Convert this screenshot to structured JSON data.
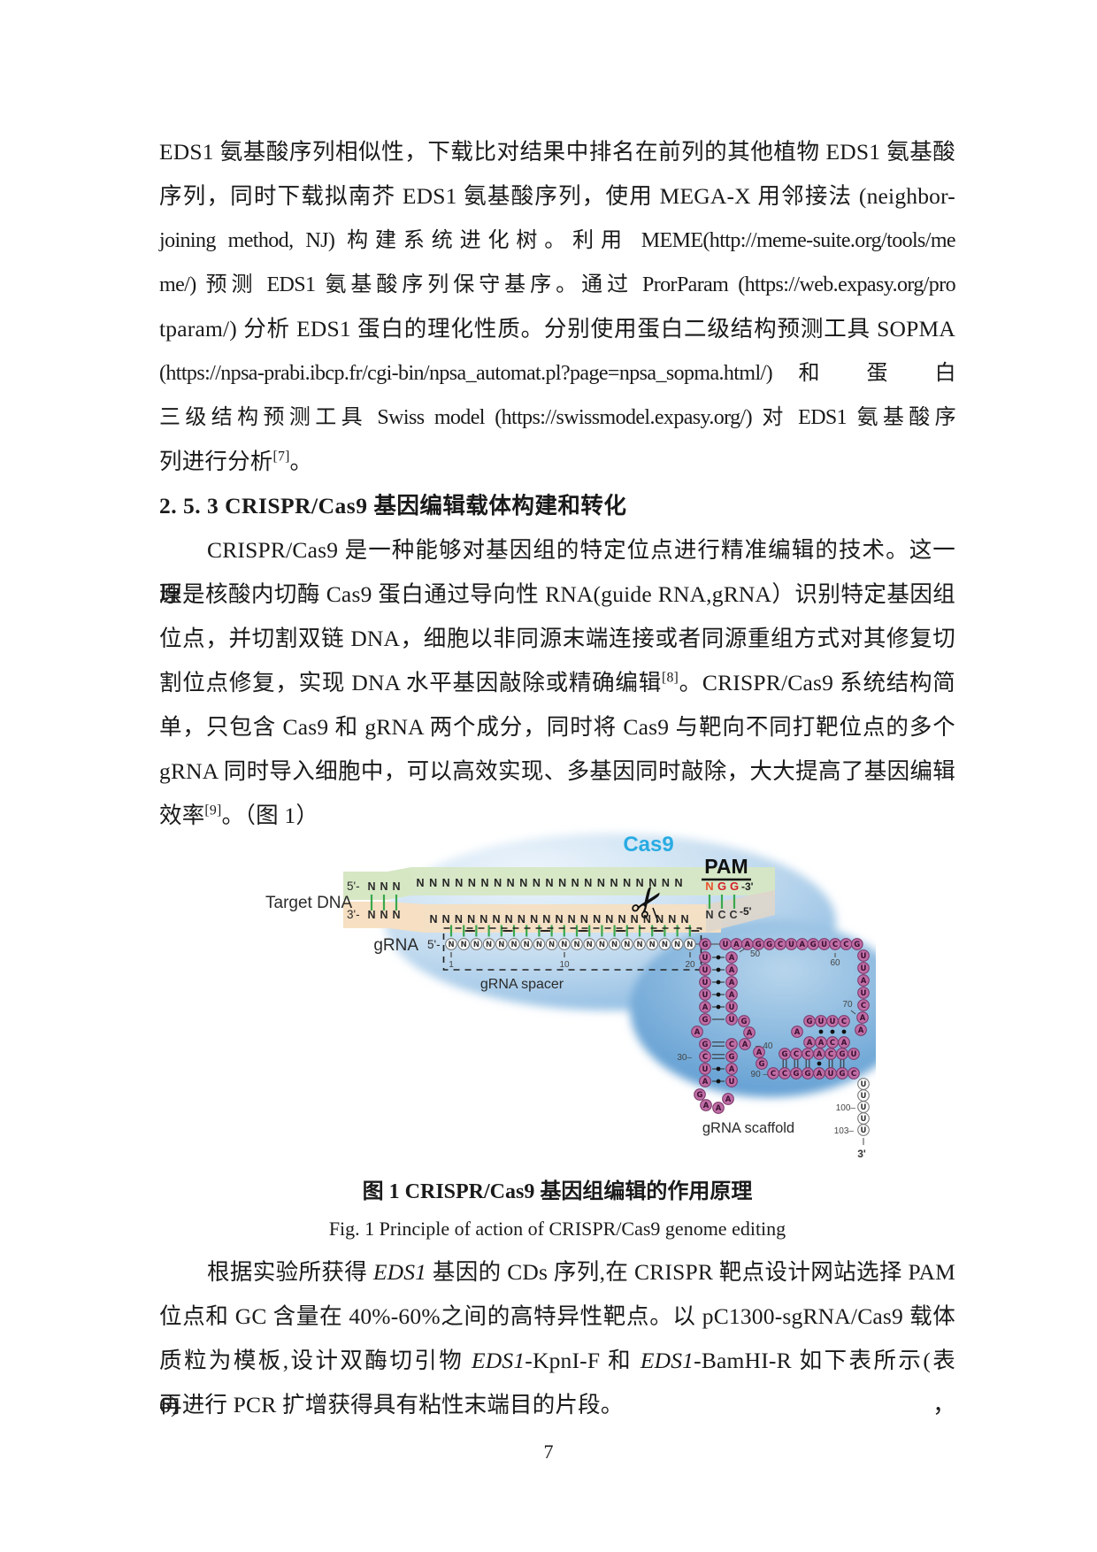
{
  "page": {
    "number": "7"
  },
  "body1": {
    "lines": [
      {
        "j": 1,
        "segs": [
          [
            "EDS1 氨基酸序列相似性，下载比对结果中排名在前列的其他植物 EDS1 氨基酸",
            ""
          ]
        ]
      },
      {
        "j": 1,
        "segs": [
          [
            "序列，同时下载拟南芥 EDS1 氨基酸序列，使用 MEGA-X 用邻接法 (neighbor-",
            ""
          ]
        ]
      },
      {
        "j": 1,
        "tight": 1,
        "segs": [
          [
            "joining method, NJ) 构建系统进化树。利用 MEME(http://meme-suite.org/tools/me",
            ""
          ]
        ]
      },
      {
        "j": 1,
        "tight": 1,
        "segs": [
          [
            "me/) 预测 EDS1 氨基酸序列保守基序。通过 ProrParam (https://web.expasy.org/pro",
            ""
          ]
        ]
      },
      {
        "j": 1,
        "segs": [
          [
            "tparam/) 分析 EDS1 蛋白的理化性质。分别使用蛋白二级结构预测工具 SOPMA",
            ""
          ]
        ]
      },
      {
        "j": 1,
        "tight": 1,
        "segs": [
          [
            "(https://npsa-prabi.ibcp.fr/cgi-bin/npsa_automat.pl?page=npsa_sopma.html/) 和 蛋 白",
            ""
          ]
        ]
      },
      {
        "j": 1,
        "tight": 1,
        "segs": [
          [
            "三级结构预测工具 Swiss model (https://swissmodel.expasy.org/) 对 EDS1 氨基酸序",
            ""
          ]
        ]
      },
      {
        "segs": [
          [
            "列进行分析",
            ""
          ],
          [
            "[7]",
            "sup"
          ],
          [
            "。",
            ""
          ]
        ]
      },
      {
        "b": 1,
        "segs": [
          [
            "2. 5. 3  CRISPR/Cas9 基因编辑载体构建和转化",
            ""
          ]
        ]
      },
      {
        "j": 1,
        "ind": 1,
        "segs": [
          [
            "CRISPR/Cas9 是一种能够对基因组的特定位点进行精准编辑的技术。这一原",
            ""
          ]
        ]
      },
      {
        "j": 1,
        "segs": [
          [
            "理是核酸内切酶 Cas9 蛋白通过导向性 RNA(guide RNA,gRNA）识别特定基因组",
            ""
          ]
        ]
      },
      {
        "j": 1,
        "segs": [
          [
            "位点，并切割双链 DNA，细胞以非同源末端连接或者同源重组方式对其修复切",
            ""
          ]
        ]
      },
      {
        "j": 1,
        "segs": [
          [
            "割位点修复，实现 DNA 水平基因敲除或精确编辑",
            ""
          ],
          [
            "[8]",
            "sup"
          ],
          [
            "。CRISPR/Cas9 系统结构简",
            ""
          ]
        ]
      },
      {
        "j": 1,
        "segs": [
          [
            "单，只包含 Cas9 和 gRNA 两个成分，同时将 Cas9 与靶向不同打靶位点的多个",
            ""
          ]
        ]
      },
      {
        "j": 1,
        "segs": [
          [
            "gRNA 同时导入细胞中，可以高效实现、多基因同时敲除，大大提高了基因编辑",
            ""
          ]
        ]
      },
      {
        "segs": [
          [
            "效率",
            ""
          ],
          [
            "[9]",
            "sup"
          ],
          [
            "。（图 1）",
            ""
          ]
        ]
      }
    ]
  },
  "caption": {
    "zh": "图 1 CRISPR/Cas9 基因组编辑的作用原理",
    "en": "Fig. 1 Principle of action of CRISPR/Cas9 genome editing"
  },
  "body2": {
    "lines": [
      {
        "j": 1,
        "ind": 1,
        "segs": [
          [
            "根据实验所获得 ",
            ""
          ],
          [
            "EDS1",
            "i"
          ],
          [
            " 基因的 CDs 序列,在 CRISPR 靶点设计网站选择 PAM",
            ""
          ]
        ]
      },
      {
        "j": 1,
        "segs": [
          [
            "位点和 GC 含量在 40%-60%之间的高特异性靶点。以 pC1300-sgRNA/Cas9 载体",
            ""
          ]
        ]
      },
      {
        "j": 1,
        "segs": [
          [
            "质粒为模板,设计双酶切引物 ",
            ""
          ],
          [
            "EDS1",
            "i"
          ],
          [
            "-KpnI-F 和 ",
            ""
          ],
          [
            "EDS1",
            "i"
          ],
          [
            "-BamHI-R 如下表所示(表 6)，",
            ""
          ]
        ]
      },
      {
        "segs": [
          [
            "再进行 PCR 扩增获得具有粘性末端目的片段。",
            ""
          ]
        ]
      }
    ]
  },
  "figure": {
    "cas9_label": "Cas9",
    "pam_label": "PAM",
    "target_dna_label": "Target DNA",
    "grna_label": "gRNA",
    "spacer_label": "gRNA spacer",
    "scaffold_label": "gRNA scaffold",
    "five_prime": "5'-",
    "three_prime": "3'-",
    "end_3": "-3'",
    "end_5": "-5'",
    "tail_3": "3'",
    "left_top_group": [
      "N",
      "N",
      "N"
    ],
    "left_bottom_group": [
      "N",
      "N",
      "N"
    ],
    "top_strand_letter": "N",
    "top_strand_count": 21,
    "bottom_strand_letter": "N",
    "bottom_strand_count": 21,
    "pam_top": [
      "N",
      "G",
      "G"
    ],
    "pam_bottom": [
      "N",
      "C",
      "C"
    ],
    "spacer": {
      "letter": "N",
      "count": 20,
      "tick_labels": [
        "1",
        "10",
        "20"
      ]
    },
    "scaffold": {
      "top_row": [
        "U",
        "A",
        "A",
        "G",
        "G",
        "C",
        "U",
        "A",
        "G",
        "U",
        "C",
        "C",
        "G"
      ],
      "left_stem_left": [
        "G",
        "U",
        "U",
        "U",
        "U",
        "A",
        "G",
        "A",
        "G",
        "C",
        "U",
        "A"
      ],
      "loop": [
        "G",
        "A",
        "A",
        "A"
      ],
      "left_stem_right": [
        "U",
        "A",
        "G",
        "C",
        "A",
        "A",
        "G",
        "U",
        "U",
        "A",
        "A",
        "A",
        "A"
      ],
      "desc_col": [
        "U",
        "U",
        "A",
        "U",
        "C",
        "A",
        "A"
      ],
      "hairpin_r1": [
        "G",
        "U",
        "U",
        "C"
      ],
      "hairpin_r2": [
        "A",
        "A",
        "A",
        "C",
        "A"
      ],
      "hairpin_r3": [
        "G",
        "C",
        "C",
        "A",
        "C",
        "G",
        "U"
      ],
      "hairpin_r4": [
        "A",
        "G",
        "C",
        "C",
        "G",
        "G",
        "A",
        "U",
        "G",
        "C"
      ],
      "poly_u": [
        "U",
        "U",
        "U",
        "U",
        "U"
      ],
      "position_labels": [
        "30",
        "40",
        "50",
        "60",
        "70",
        "90",
        "100",
        "103"
      ]
    },
    "colors": {
      "cas9": "#29abe2",
      "pam_n": "#e8542c",
      "pam_g": "#d42027",
      "green_band": "#d6e7c4",
      "orange_band": "#f6dfc2",
      "grey_band": "#ddd6cb",
      "tick_green": "#3aa84d",
      "circle_pink": "#c06da6",
      "circle_stroke": "#7d3a6a",
      "blob_light": "#e9f3fb",
      "blob_mid": "#9cc3e4",
      "blob_deep": "#5d9fd3"
    }
  }
}
